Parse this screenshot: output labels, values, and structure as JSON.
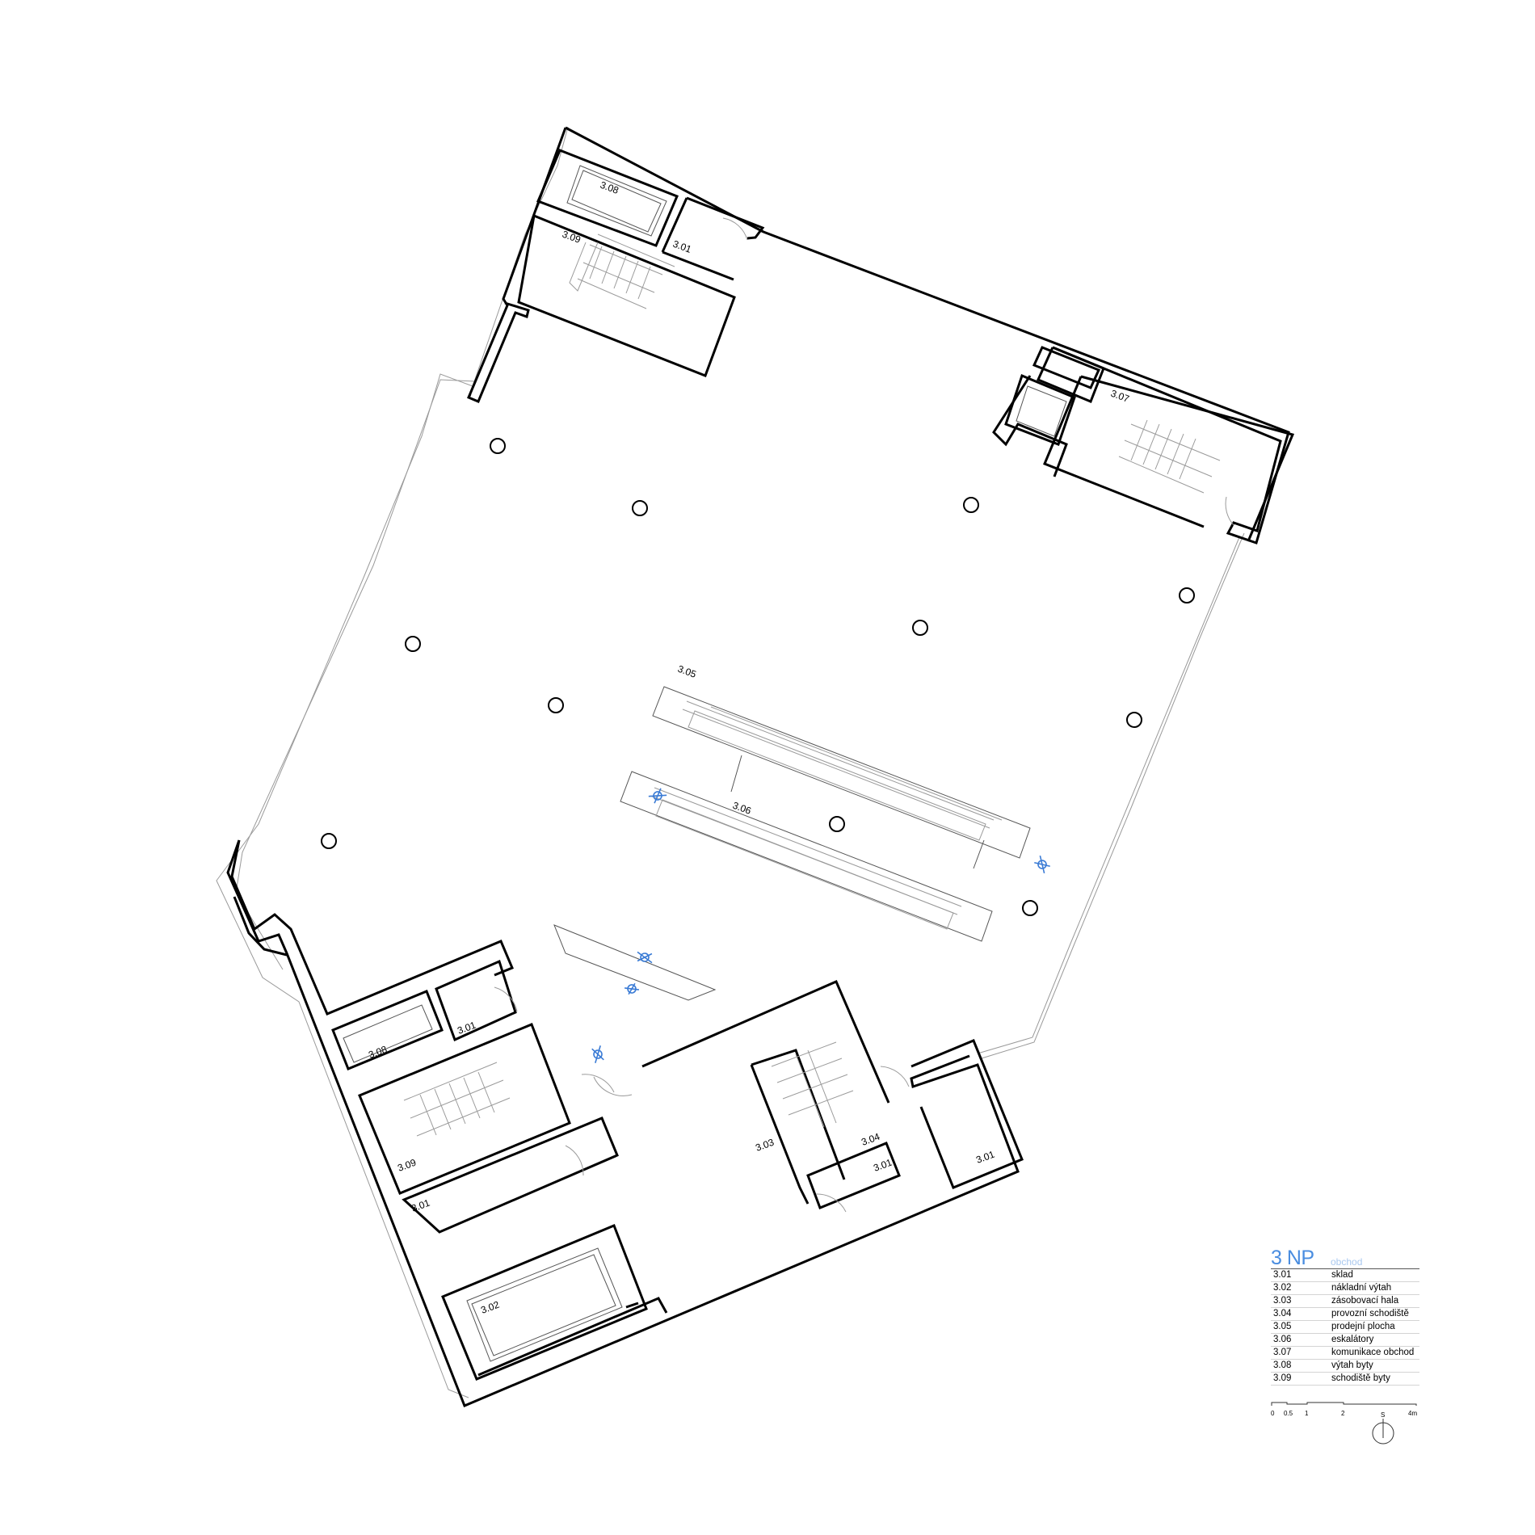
{
  "drawing": {
    "room_labels": {
      "r308_top": "3.08",
      "r309_top": "3.09",
      "r301_top": "3.01",
      "r307": "3.07",
      "r305": "3.05",
      "r306": "3.06",
      "r308_bot": "3.08",
      "r301_a": "3.01",
      "r309_bot": "3.09",
      "r301_b": "3.01",
      "r302": "3.02",
      "r303": "3.03",
      "r304": "3.04",
      "r301_c": "3.01",
      "r301_d": "3.01"
    }
  },
  "legend": {
    "floor": "3 NP",
    "use": "obchod",
    "rows": [
      {
        "code": "3.01",
        "name": "sklad"
      },
      {
        "code": "3.02",
        "name": "nákladní výtah"
      },
      {
        "code": "3.03",
        "name": "zásobovací hala"
      },
      {
        "code": "3.04",
        "name": "provozní schodiště"
      },
      {
        "code": "3.05",
        "name": "prodejní plocha"
      },
      {
        "code": "3.06",
        "name": "eskalátory"
      },
      {
        "code": "3.07",
        "name": "komunikace obchod"
      },
      {
        "code": "3.08",
        "name": "výtah byty"
      },
      {
        "code": "3.09",
        "name": "schodiště byty"
      }
    ]
  },
  "scale": {
    "ticks": [
      "0",
      "0.5",
      "1",
      "2",
      "4m"
    ]
  },
  "north": {
    "label": "S"
  }
}
